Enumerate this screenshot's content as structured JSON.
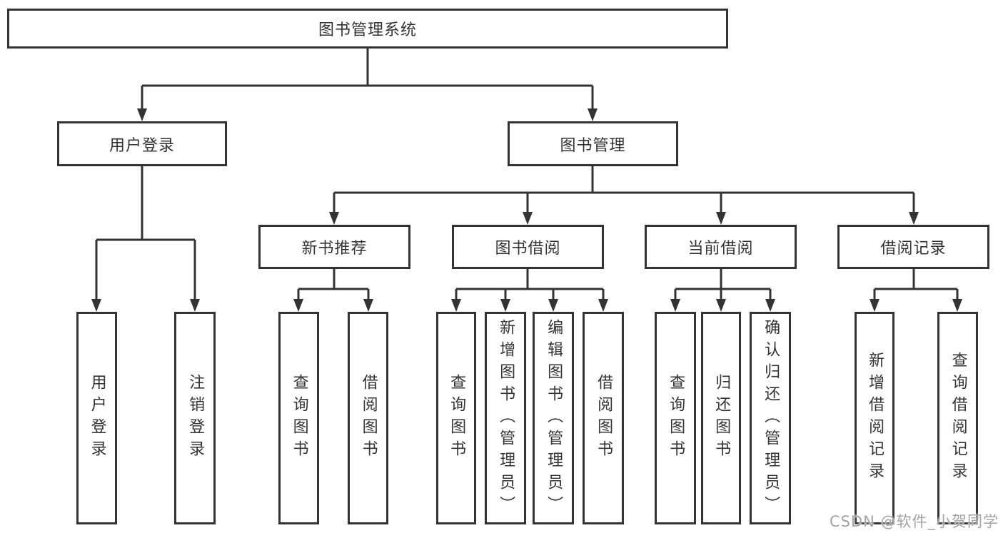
{
  "diagram": {
    "root": {
      "label": "图书管理系统"
    },
    "branches": [
      {
        "label": "用户登录",
        "children": [
          {
            "label": "用户登录"
          },
          {
            "label": "注销登录"
          }
        ]
      },
      {
        "label": "图书管理",
        "children": [
          {
            "label": "新书推荐",
            "children": [
              {
                "label": "查询图书"
              },
              {
                "label": "借阅图书"
              }
            ]
          },
          {
            "label": "图书借阅",
            "children": [
              {
                "label": "查询图书"
              },
              {
                "label": "新增图书（管理员）"
              },
              {
                "label": "编辑图书（管理员）"
              },
              {
                "label": "借阅图书"
              }
            ]
          },
          {
            "label": "当前借阅",
            "children": [
              {
                "label": "查询图书"
              },
              {
                "label": "归还图书"
              },
              {
                "label": "确认归还（管理员）"
              }
            ]
          },
          {
            "label": "借阅记录",
            "children": [
              {
                "label": "新增借阅记录"
              },
              {
                "label": "查询借阅记录"
              }
            ]
          }
        ]
      }
    ]
  },
  "watermark": {
    "text": "CSDN @软件_小贺同学"
  },
  "colors": {
    "line": "#333333",
    "text": "#333333",
    "background": "#ffffff",
    "watermark": "#a3a3a3"
  }
}
